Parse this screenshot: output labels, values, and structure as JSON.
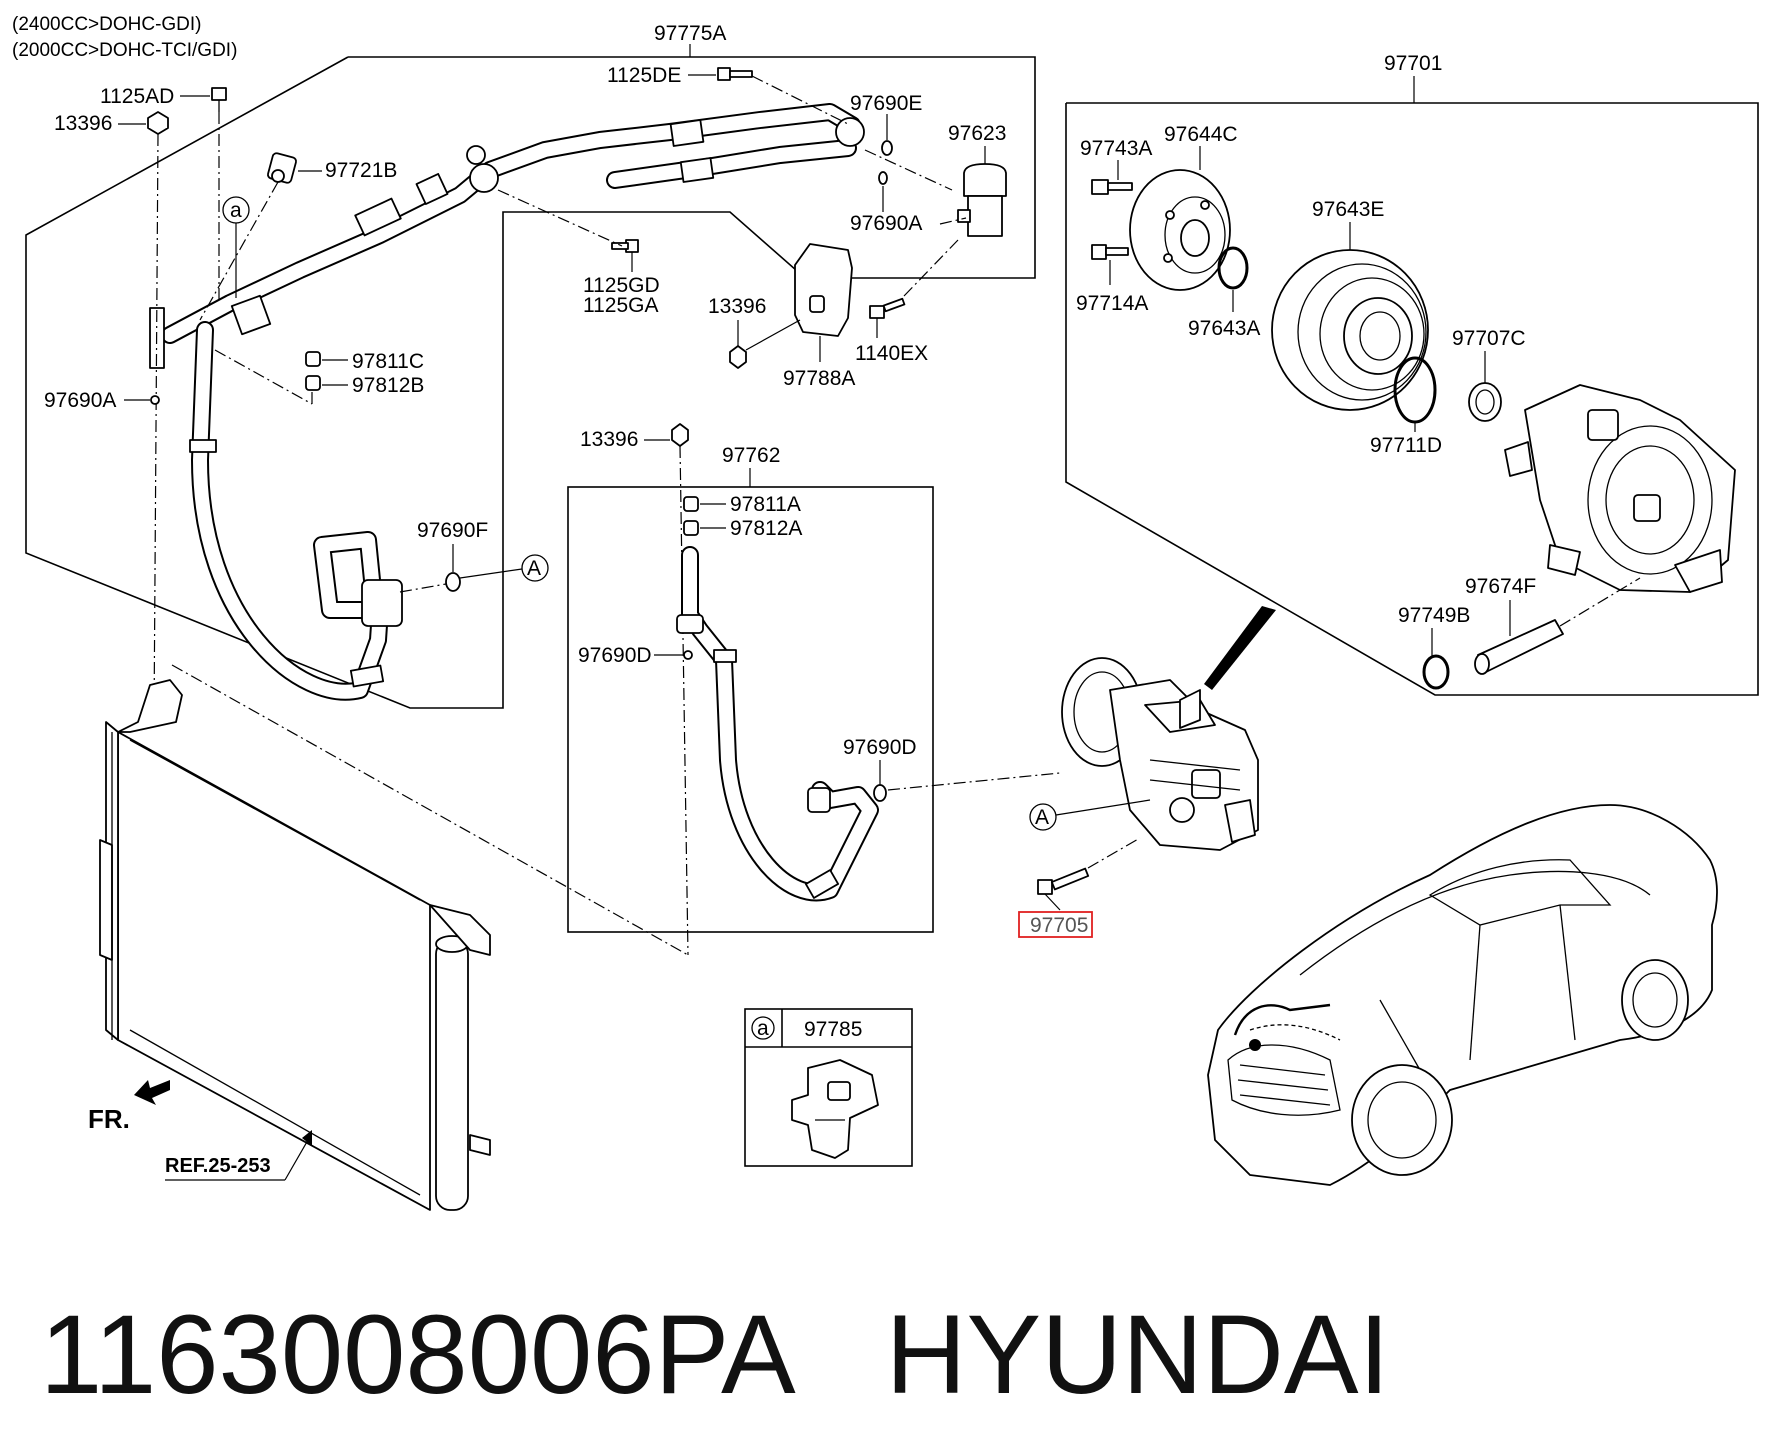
{
  "engine_notes": [
    "(2400CC>DOHC-GDI)",
    "(2000CC>DOHC-TCI/GDI)"
  ],
  "part_labels": {
    "p97775A": "97775A",
    "p1125DE": "1125DE",
    "p1125AD": "1125AD",
    "p13396a": "13396",
    "p97721B": "97721B",
    "p97690E": "97690E",
    "p97623": "97623",
    "p97690A_top": "97690A",
    "p1125GD": "1125GD",
    "p1125GA": "1125GA",
    "p13396b": "13396",
    "p97788A": "97788A",
    "p1140EX": "1140EX",
    "p97811C": "97811C",
    "p97812B": "97812B",
    "p97690A_left": "97690A",
    "p97690F": "97690F",
    "p13396c": "13396",
    "p97762": "97762",
    "p97811A": "97811A",
    "p97812A": "97812A",
    "p97690D_a": "97690D",
    "p97690D_b": "97690D",
    "p97705": "97705",
    "p97785": "97785",
    "p97701": "97701",
    "p97743A": "97743A",
    "p97644C": "97644C",
    "p97643E": "97643E",
    "p97714A": "97714A",
    "p97643A": "97643A",
    "p97707C": "97707C",
    "p97711D": "97711D",
    "p97674F": "97674F",
    "p97749B": "97749B"
  },
  "callouts": {
    "a_top": "a",
    "a_box": "a",
    "A_hose": "A",
    "A_comp": "A"
  },
  "direction_label": "FR.",
  "reference_label": "REF.25-253",
  "highlight_color": "#e02020",
  "footer": {
    "part_number": "1163008006PA",
    "brand": "HYUNDAI"
  }
}
